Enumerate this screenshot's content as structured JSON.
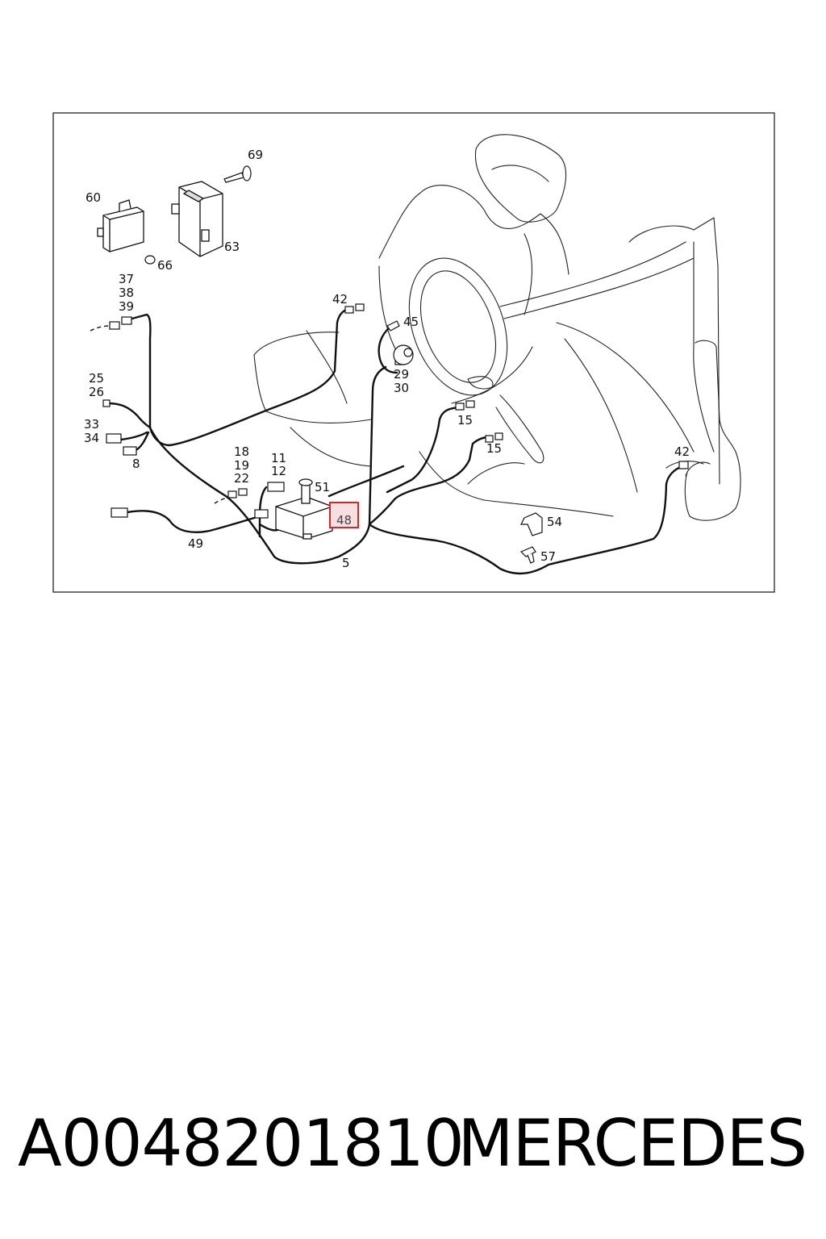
{
  "diagram": {
    "callouts": {
      "c69": "69",
      "c60": "60",
      "c63": "63",
      "c66": "66",
      "c37": "37",
      "c38": "38",
      "c39": "39",
      "c25": "25",
      "c26": "26",
      "c33": "33",
      "c34": "34",
      "c8": "8",
      "c42a": "42",
      "c45": "45",
      "c29": "29",
      "c30": "30",
      "c15a": "15",
      "c15b": "15",
      "c18": "18",
      "c19": "19",
      "c22": "22",
      "c11": "11",
      "c12": "12",
      "c51": "51",
      "c48": "48",
      "c49": "49",
      "c5": "5",
      "c54": "54",
      "c57": "57",
      "c42b": "42"
    },
    "highlight_color": "#d9262b"
  },
  "caption": {
    "part_number": "A0048201810",
    "brand": "MERCEDES"
  }
}
